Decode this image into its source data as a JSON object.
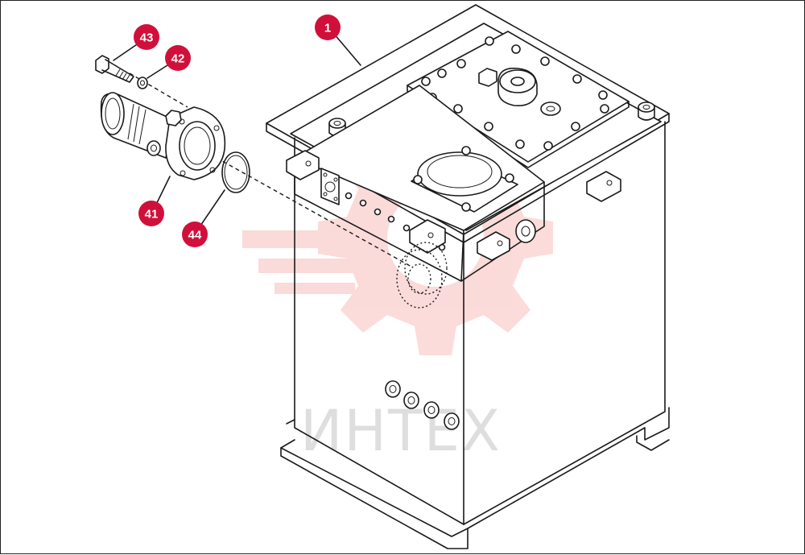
{
  "watermark": {
    "text": "ИНТЕХ",
    "gear_color": "#f05a5a",
    "text_color": "#8a8a8a"
  },
  "callouts": [
    {
      "id": "c1",
      "label": "1"
    },
    {
      "id": "c41",
      "label": "41"
    },
    {
      "id": "c42",
      "label": "42"
    },
    {
      "id": "c43",
      "label": "43"
    },
    {
      "id": "c44",
      "label": "44"
    }
  ],
  "colors": {
    "callout_fill": "#d0103a",
    "callout_text": "#ffffff",
    "line": "#1a1a1a"
  }
}
